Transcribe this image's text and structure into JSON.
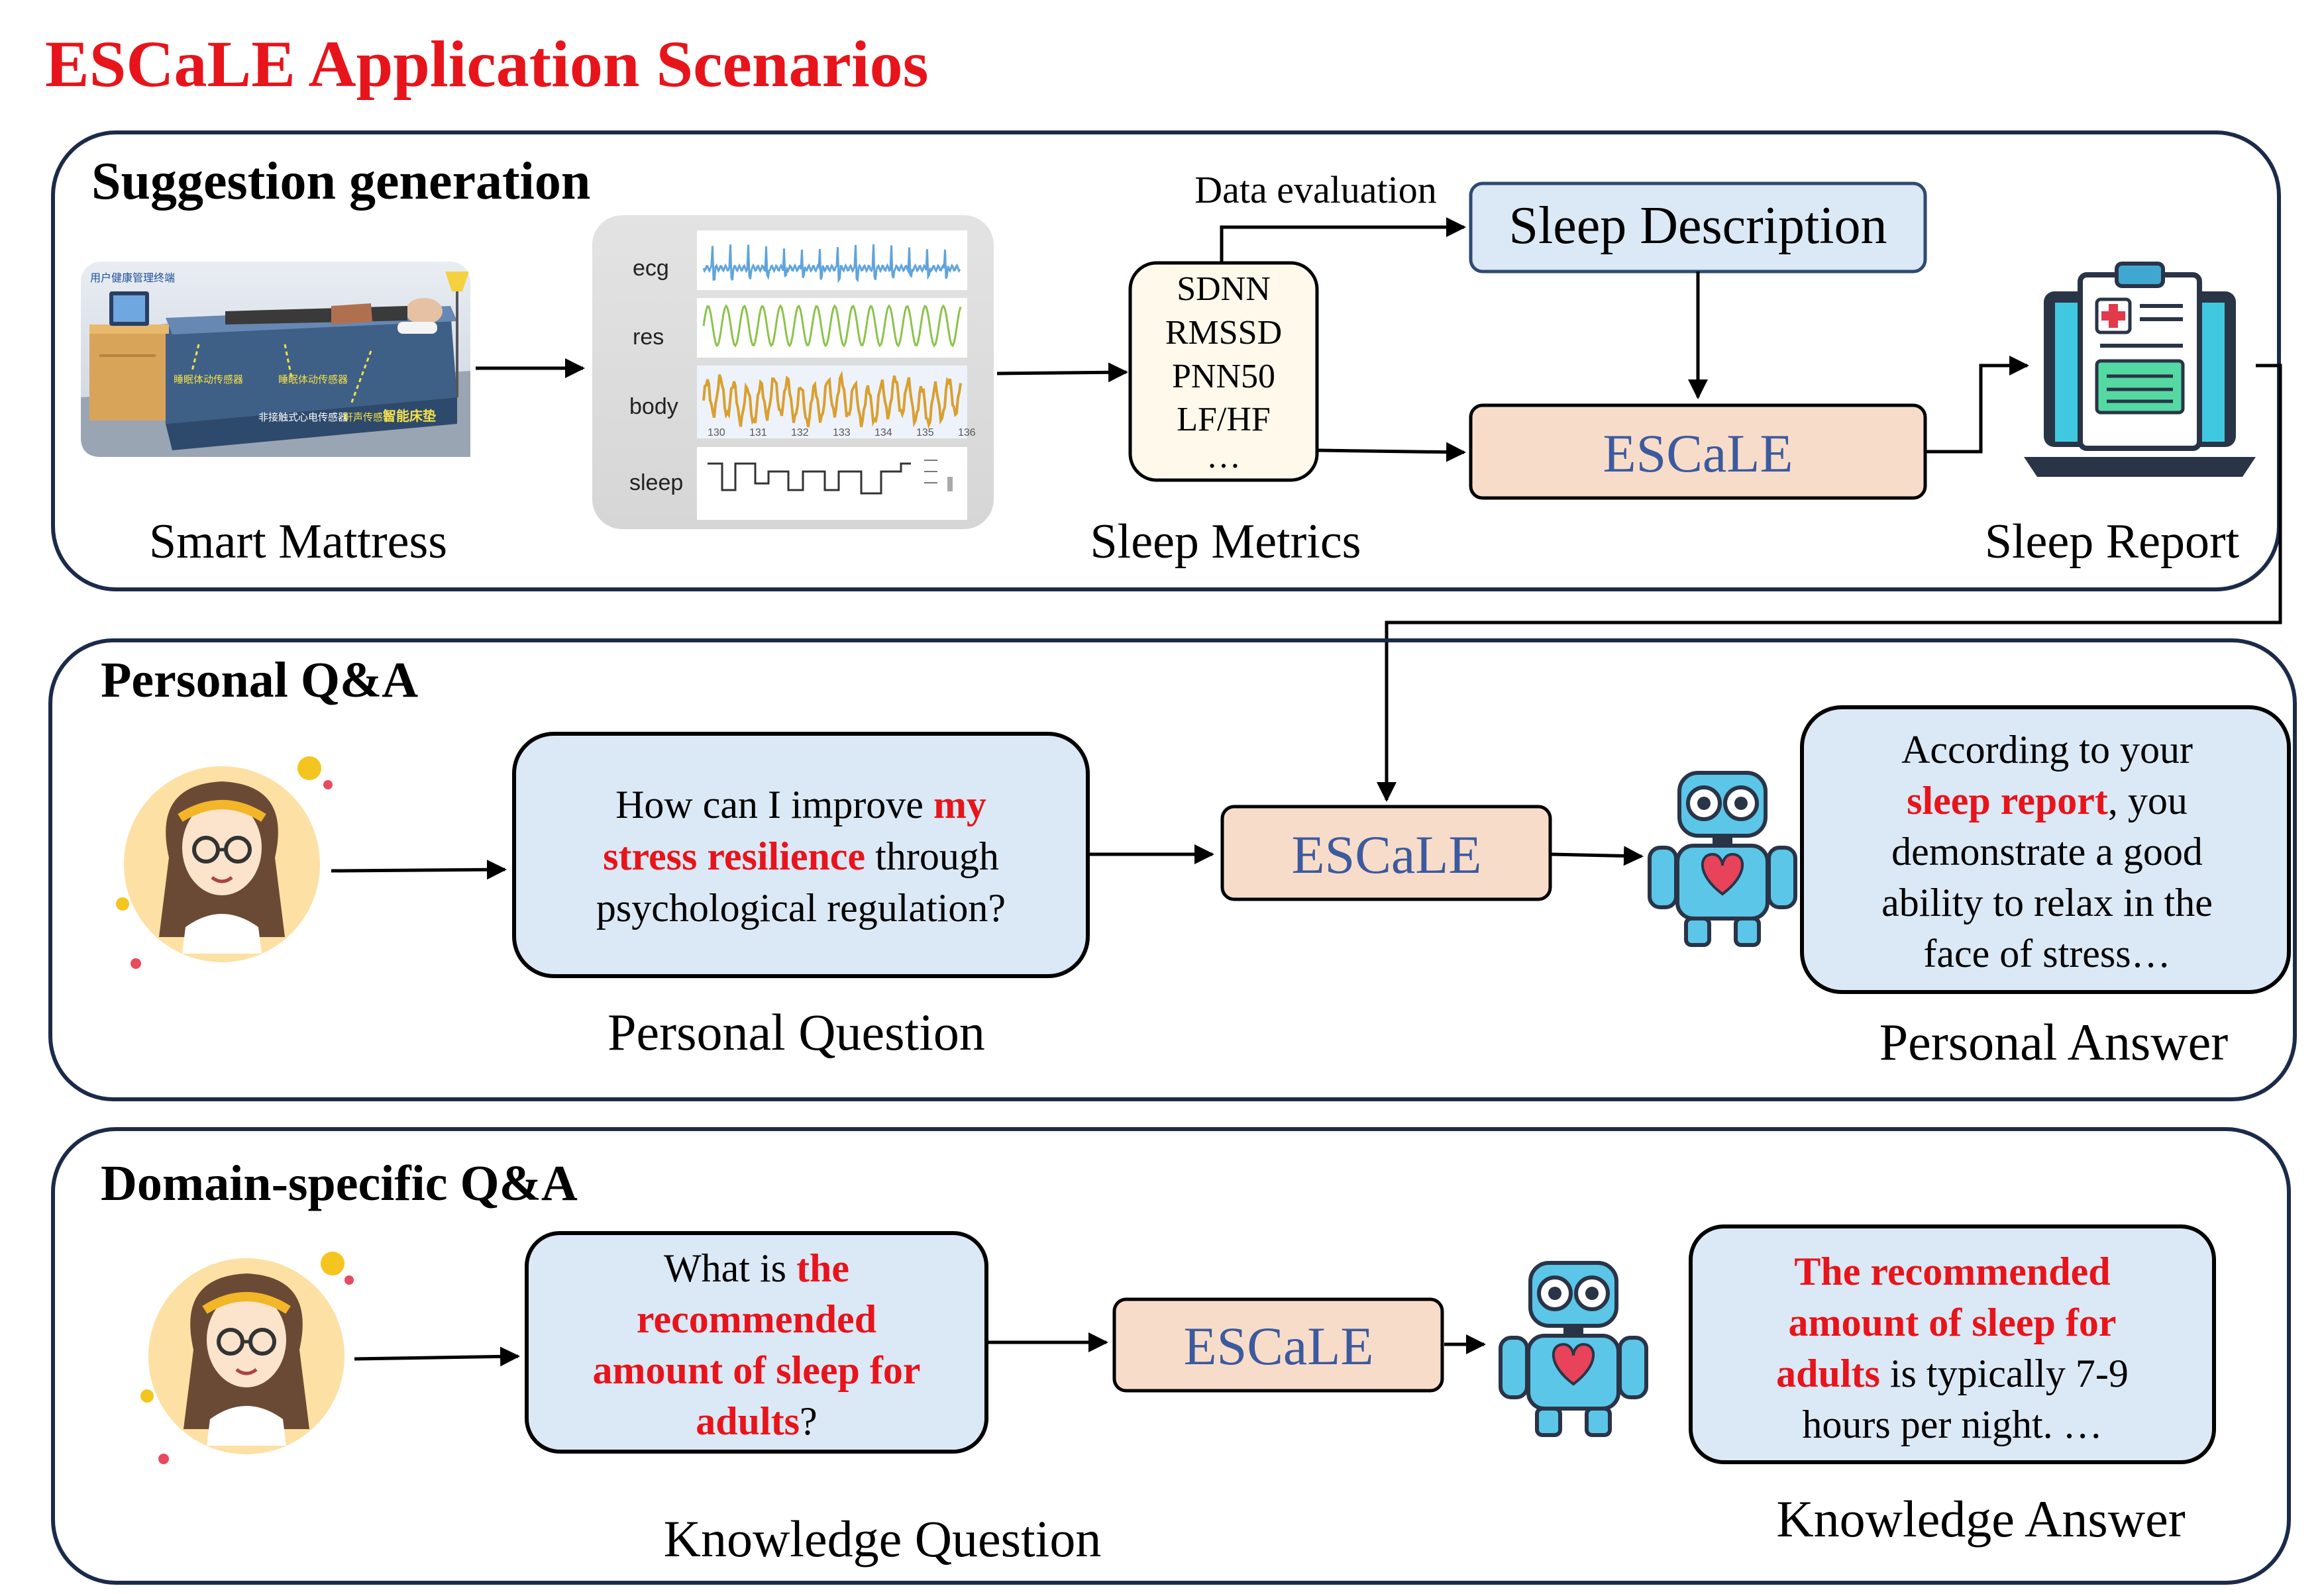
{
  "title": "ESCaLE Application Scenarios",
  "colors": {
    "title_red": "#e8141b",
    "highlight_red": "#e8141b",
    "panel_border": "#1c2a4a",
    "box_blue_fill": "#dbe8f5",
    "box_blue_border": "#2f4a72",
    "escale_fill": "#f8dcca",
    "escale_text": "#3c5a9e",
    "metrics_fill": "#fff9ec"
  },
  "suggestion": {
    "heading": "Suggestion generation",
    "mattress_caption": "Smart Mattress",
    "mattress_tag": "用户健康管理终端",
    "mattress_labels": [
      "睡眠体动传感器",
      "睡眠体动传感器",
      "非接触式心电传感器",
      "鼾声传感器",
      "智能床垫"
    ],
    "signal_labels": [
      "ecg",
      "res",
      "body",
      "sleep"
    ],
    "signal_ticks": [
      "130",
      "131",
      "132",
      "133",
      "134",
      "135",
      "136"
    ],
    "metrics_caption": "Sleep Metrics",
    "metrics": [
      "SDNN",
      "RMSSD",
      "PNN50",
      "LF/HF",
      "…"
    ],
    "data_eval_label": "Data evaluation",
    "sleep_description": "Sleep Description",
    "escale_label": "ESCaLE",
    "report_caption": "Sleep Report"
  },
  "personal": {
    "heading": "Personal Q&A",
    "question_caption": "Personal Question",
    "question": [
      [
        {
          "t": "How can I improve ",
          "hl": false
        },
        {
          "t": "my",
          "hl": true
        }
      ],
      [
        {
          "t": "stress resilience",
          "hl": true
        },
        {
          "t": " through",
          "hl": false
        }
      ],
      [
        {
          "t": "psychological regulation?",
          "hl": false
        }
      ]
    ],
    "escale_label": "ESCaLE",
    "answer_caption": "Personal Answer",
    "answer": [
      [
        {
          "t": "According to your",
          "hl": false
        }
      ],
      [
        {
          "t": "sleep report",
          "hl": true
        },
        {
          "t": ", you",
          "hl": false
        }
      ],
      [
        {
          "t": "demonstrate a good",
          "hl": false
        }
      ],
      [
        {
          "t": "ability to relax in the",
          "hl": false
        }
      ],
      [
        {
          "t": "face of stress…",
          "hl": false
        }
      ]
    ]
  },
  "domain": {
    "heading": "Domain-specific Q&A",
    "question_caption": "Knowledge Question",
    "question": [
      [
        {
          "t": "What is ",
          "hl": false
        },
        {
          "t": "the",
          "hl": true
        }
      ],
      [
        {
          "t": "recommended",
          "hl": true
        }
      ],
      [
        {
          "t": "amount of sleep for",
          "hl": true
        }
      ],
      [
        {
          "t": "adults",
          "hl": true
        },
        {
          "t": "?",
          "hl": false
        }
      ]
    ],
    "escale_label": "ESCaLE",
    "answer_caption": "Knowledge Answer",
    "answer": [
      [
        {
          "t": "The recommended",
          "hl": true
        }
      ],
      [
        {
          "t": "amount of sleep for",
          "hl": true
        }
      ],
      [
        {
          "t": "adults",
          "hl": true
        },
        {
          "t": " is typically 7-9",
          "hl": false
        }
      ],
      [
        {
          "t": "hours per night. …",
          "hl": false
        }
      ]
    ]
  }
}
